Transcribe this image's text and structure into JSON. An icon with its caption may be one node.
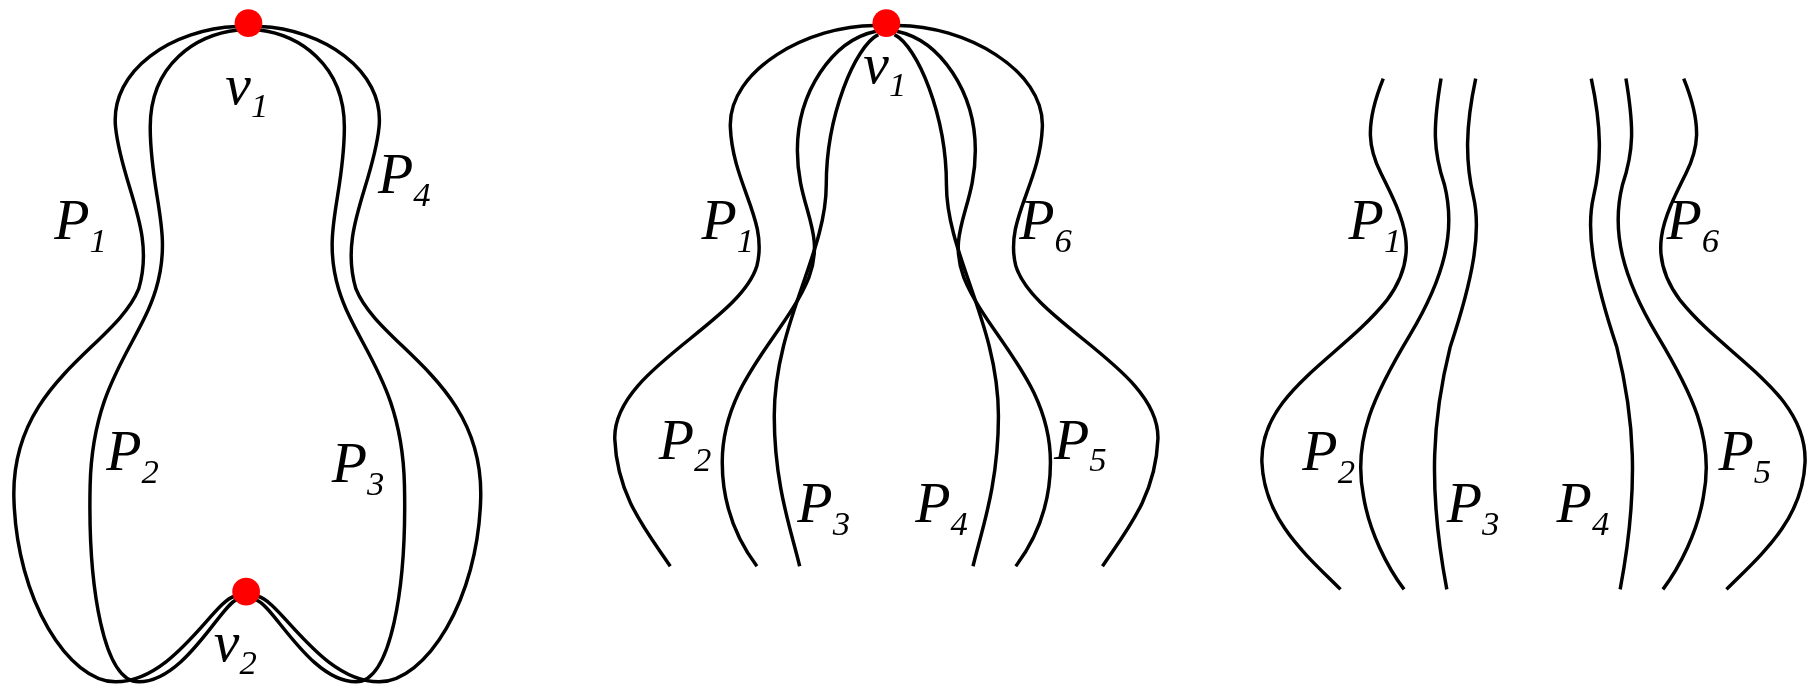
{
  "diagram": {
    "nodes": [
      {
        "text": [],
        "shape": "circle",
        "beside": [
          "v$_{1}$"
        ]
      },
      {
        "text": [],
        "shape": "circle",
        "beside": [
          "v$_{2}$"
        ]
      },
      {
        "text": [],
        "shape": "circle",
        "beside": [
          "v$_{1}$"
        ]
      }
    ],
    "edges": [
      {
        "from": 0,
        "to": 1,
        "arrow": "none",
        "label": "P$_{1}$"
      },
      {
        "from": 0,
        "to": 1,
        "arrow": "none",
        "label": "P$_{2}$"
      },
      {
        "from": 0,
        "to": 1,
        "arrow": "none",
        "label": "P$_{3}$"
      },
      {
        "from": 0,
        "to": 1,
        "arrow": "none",
        "label": "P$_{4}$"
      },
      {
        "from": 2,
        "to": null,
        "arrow": "none",
        "label": "P$_{1}$"
      },
      {
        "from": 2,
        "to": null,
        "arrow": "none",
        "label": "P$_{2}$"
      },
      {
        "from": 2,
        "to": null,
        "arrow": "none",
        "label": "P$_{3}$"
      },
      {
        "from": 2,
        "to": null,
        "arrow": "none",
        "label": "P$_{4}$"
      },
      {
        "from": 2,
        "to": null,
        "arrow": "none",
        "label": "P$_{5}$"
      },
      {
        "from": 2,
        "to": null,
        "arrow": "none",
        "label": "P$_{6}$"
      }
    ],
    "labels": [
      "P$_{1}$",
      "P$_{6}$",
      "P$_{2}$",
      "P$_{3}$",
      "P$_{4}$",
      "P$_{5}$"
    ]
  }
}
